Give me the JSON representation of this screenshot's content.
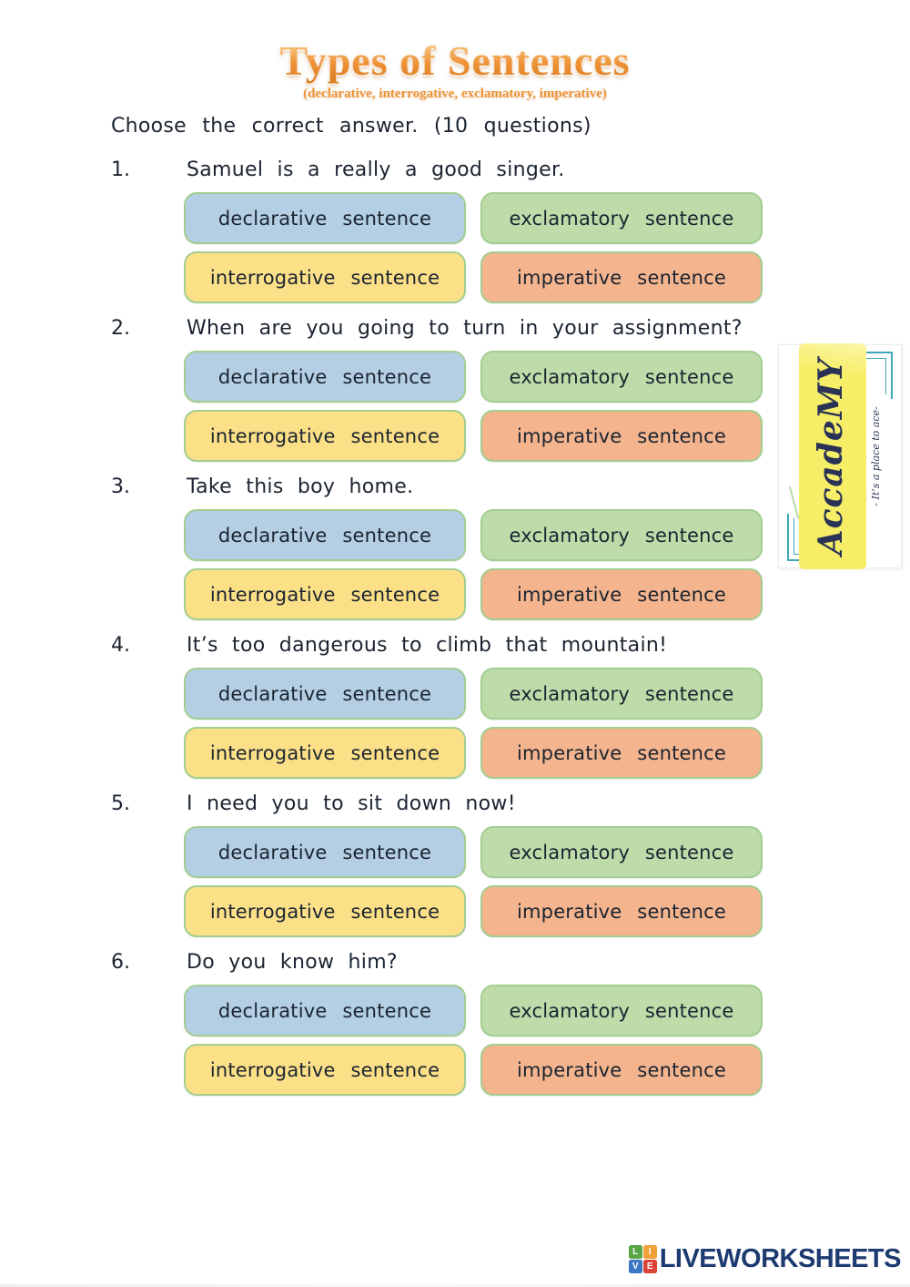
{
  "header": {
    "title": "Types of Sentences",
    "subtitle": "(declarative, interrogative, exclamatory, imperative)"
  },
  "instructions": "Choose  the  correct  answer.  (10  questions)",
  "questions": [
    {
      "number": "1.",
      "text": "Samuel  is  a  really  a  good  singer."
    },
    {
      "number": "2.",
      "text": "When  are  you  going  to  turn  in  your  assignment?"
    },
    {
      "number": "3.",
      "text": "Take  this  boy  home."
    },
    {
      "number": "4.",
      "text": "It’s  too  dangerous  to  climb  that  mountain!"
    },
    {
      "number": "5.",
      "text": "I  need  you  to  sit  down  now!"
    },
    {
      "number": "6.",
      "text": "Do  you  know  him?"
    }
  ],
  "options": [
    {
      "label": "declarative  sentence"
    },
    {
      "label": "exclamatory  sentence"
    },
    {
      "label": "interrogative  sentence"
    },
    {
      "label": "imperative  sentence"
    }
  ],
  "watermark": {
    "brand": "AccadeMY",
    "tagline": "- It’s  a  place  to  ace-"
  },
  "footer": {
    "logo_text": "LIVEWORKSHEETS",
    "icon_letters": [
      "L",
      "I",
      "V",
      "E"
    ]
  },
  "colors": {
    "title-orange": "#ee9338",
    "option-border": "#a3ce90",
    "declarative-fill": "#b4cfe4",
    "exclamatory-fill": "#bedcaa",
    "interrogative-fill": "#fce088",
    "imperative-fill": "#f3b48e",
    "logo-navy": "#1d3b70",
    "watermark-yellow": "#f6ee67",
    "watermark-navy": "#2a3356",
    "watermark-teal": "#3fa8b8",
    "icon-green": "#5aa546",
    "icon-orange": "#f0a13a",
    "icon-blue": "#3a76c4",
    "icon-red": "#d94436"
  }
}
